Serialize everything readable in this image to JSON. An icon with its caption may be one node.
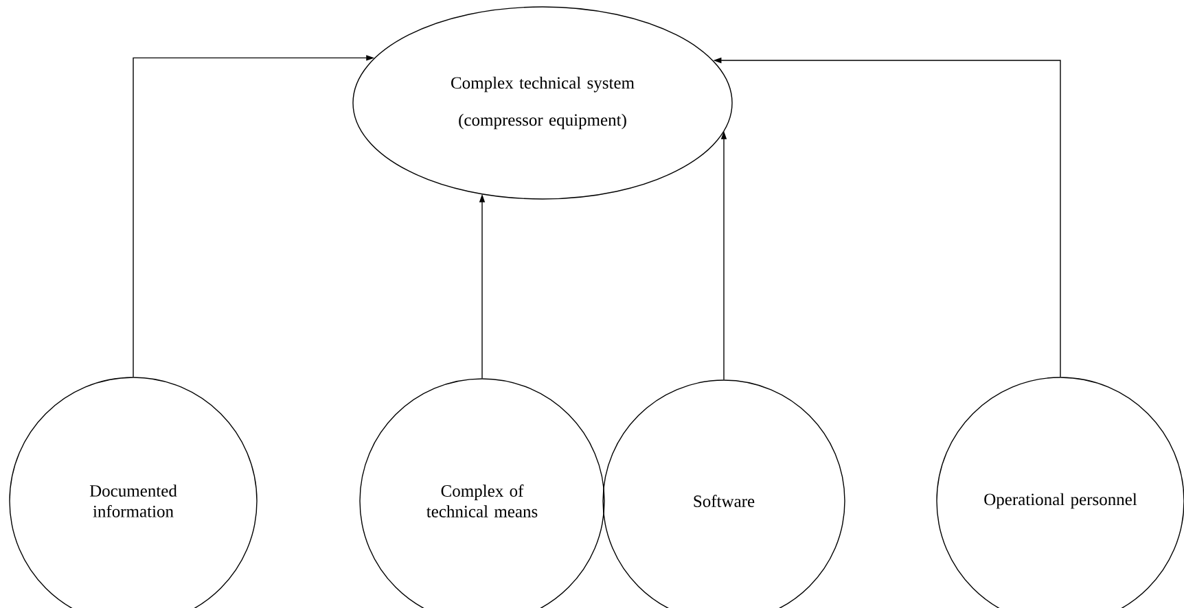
{
  "diagram": {
    "nodes": [
      {
        "text": [
          "Complex technical system",
          "(compressor equipment)"
        ]
      },
      {
        "text": [
          "Documented information"
        ]
      },
      {
        "text": [
          "Complex of technical means"
        ]
      },
      {
        "text": [
          "Software"
        ]
      },
      {
        "text": [
          "Operational personnel"
        ]
      }
    ],
    "edges": [
      {
        "from": 1,
        "to": 0,
        "arrow": "to"
      },
      {
        "from": 2,
        "to": 0,
        "arrow": "to"
      },
      {
        "from": 3,
        "to": 0,
        "arrow": "to"
      },
      {
        "from": 4,
        "to": 0,
        "arrow": "to"
      }
    ]
  }
}
